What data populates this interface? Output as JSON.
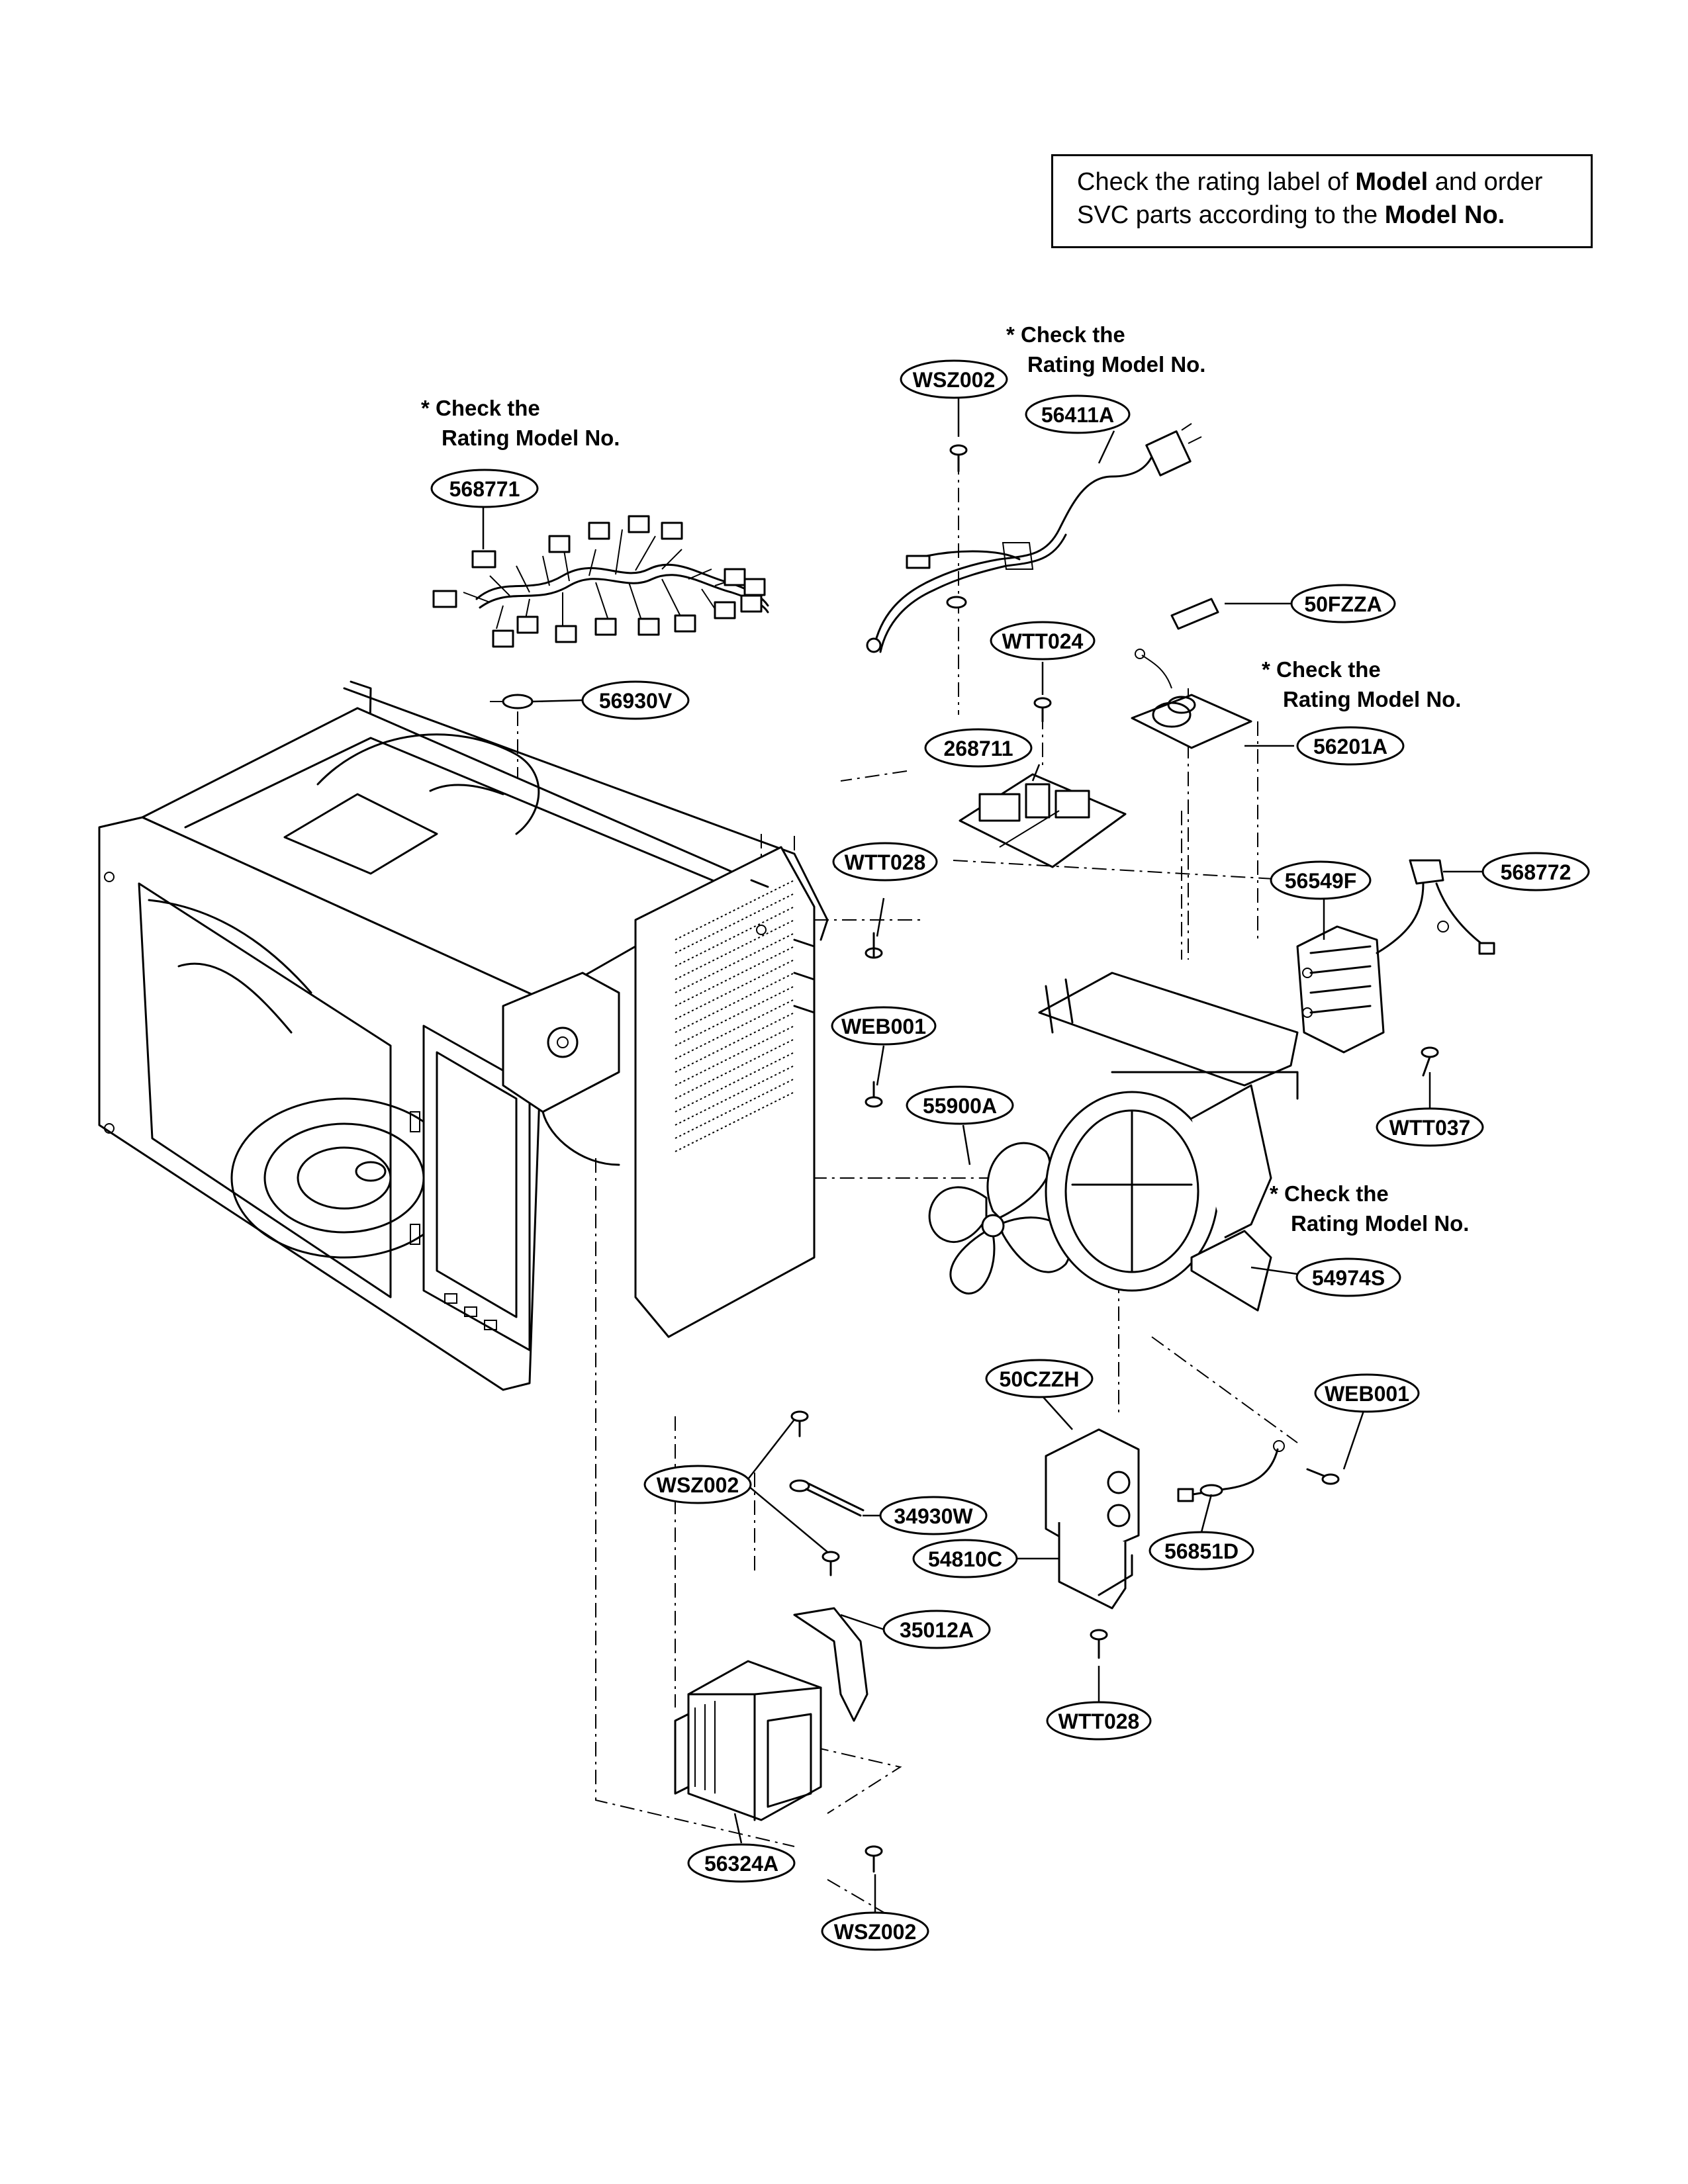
{
  "notice": {
    "line1_prefix": "Check the rating label of ",
    "line1_bold": "Model",
    "line1_suffix": " and order",
    "line2_prefix": "SVC parts according to the ",
    "line2_bold": "Model No."
  },
  "notes": {
    "line1": "* Check the",
    "line2": "Rating Model No."
  },
  "parts": {
    "p568771": "568771",
    "pWSZ002_top": "WSZ002",
    "p56411A": "56411A",
    "p50FZZA": "50FZZA",
    "pWTT024": "WTT024",
    "p56930V": "56930V",
    "p268711": "268711",
    "p56201A": "56201A",
    "pWTT028_mid": "WTT028",
    "p56549F": "56549F",
    "p568772": "568772",
    "pWEB001_mid": "WEB001",
    "p55900A": "55900A",
    "pWTT037": "WTT037",
    "p54974S": "54974S",
    "p50CZZH": "50CZZH",
    "pWEB001_low": "WEB001",
    "pWSZ002_mid": "WSZ002",
    "p34930W": "34930W",
    "p54810C": "54810C",
    "p56851D": "56851D",
    "p35012A": "35012A",
    "pWTT028_low": "WTT028",
    "p56324A": "56324A",
    "pWSZ002_bot": "WSZ002"
  },
  "colors": {
    "ink": "#000000",
    "paper": "#ffffff"
  }
}
